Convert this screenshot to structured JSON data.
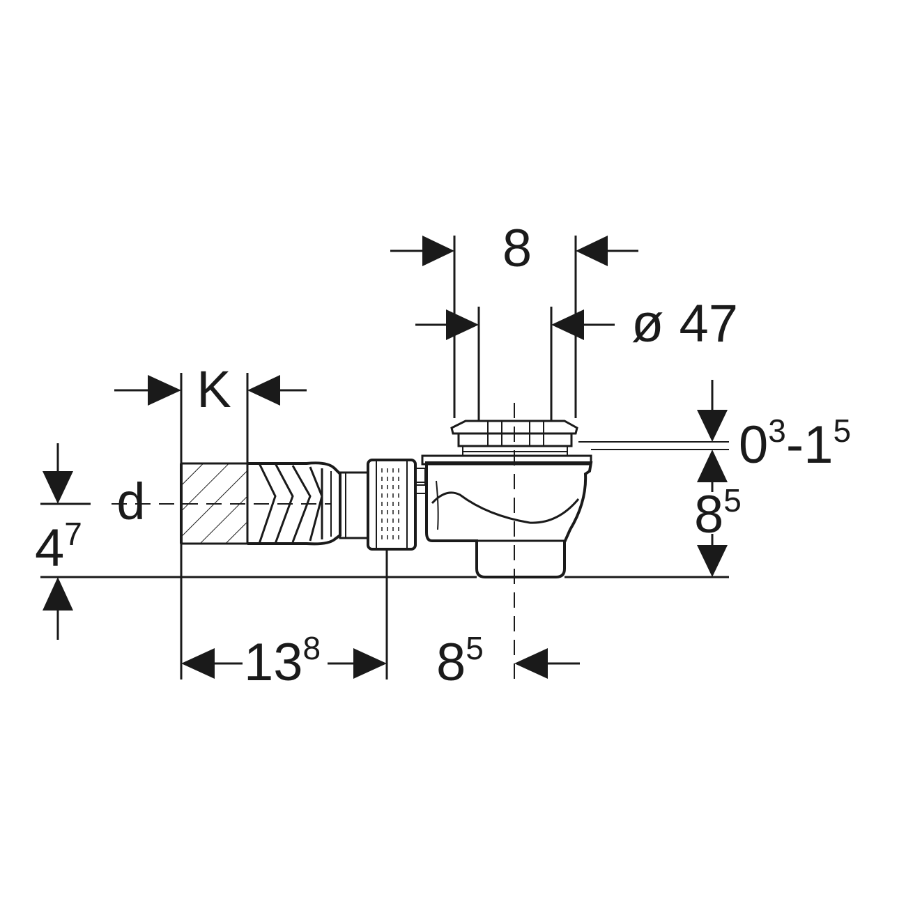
{
  "colors": {
    "ink": "#1a1a1a",
    "part_fill": "#ffffff"
  },
  "labels": {
    "outlet_width": "8",
    "diameter_symbol": "ø",
    "diameter_value": "47",
    "k_label": "K",
    "d_label": "d",
    "left_height_main": "4",
    "left_height_sup": "7",
    "range_a_main": "0",
    "range_a_sup": "3",
    "range_dash": "-",
    "range_b_main": "1",
    "range_b_sup": "5",
    "right_height_main": "8",
    "right_height_sup": "5",
    "length_main": "13",
    "length_sup": "8",
    "offset_main": "8",
    "offset_sup": "5"
  }
}
